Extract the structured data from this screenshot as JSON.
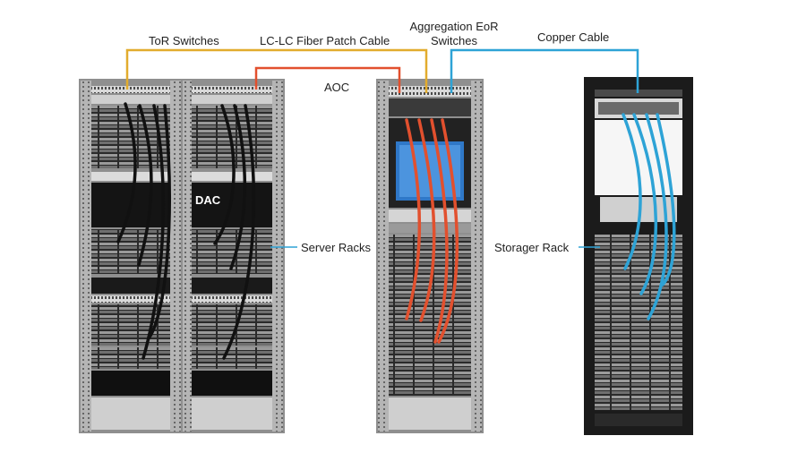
{
  "labels": {
    "tor_switches": "ToR Switches",
    "lc_lc_cable": "LC-LC Fiber Patch Cable",
    "aggregation_line1": "Aggregation EoR",
    "aggregation_line2": "Switches",
    "copper_cable": "Copper Cable",
    "aoc": "AOC",
    "dac": "DAC",
    "server_racks": "Server Racks",
    "storage_rack": "Storager Rack"
  },
  "colors": {
    "copper_cable": "#2ea3d6",
    "lc_lc_fiber": "#e2ac2e",
    "aoc": "#e2502e",
    "dac": "#111111",
    "rack_frame": "#8a8a8a",
    "rack_dark": "#1b1b1b"
  }
}
